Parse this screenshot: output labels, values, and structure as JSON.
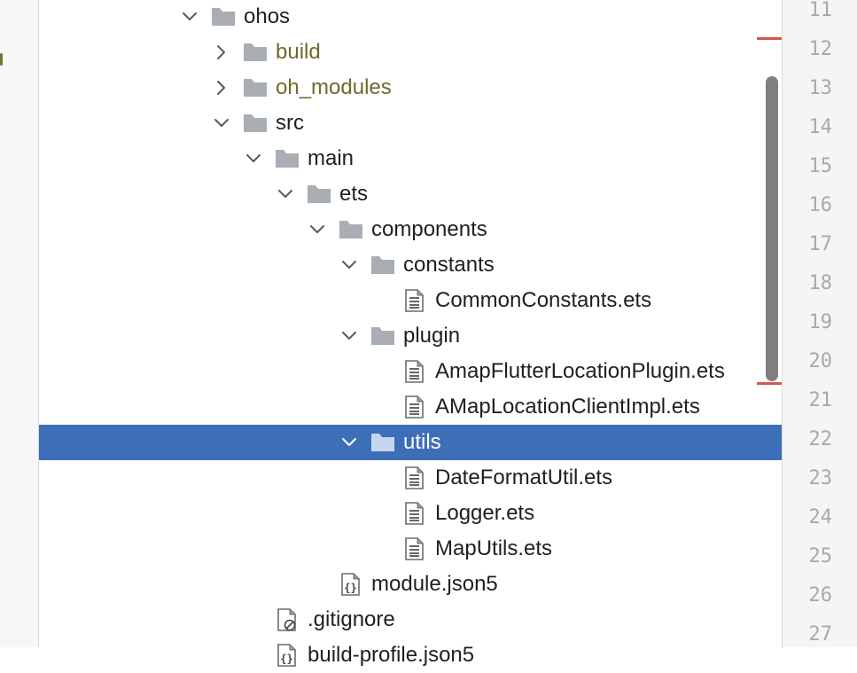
{
  "tree": {
    "rows": [
      {
        "label": "ohos",
        "kind": "folder",
        "expanded": true
      },
      {
        "label": "build",
        "kind": "folder",
        "expanded": false,
        "excluded": true
      },
      {
        "label": "oh_modules",
        "kind": "folder",
        "expanded": false,
        "excluded": true
      },
      {
        "label": "src",
        "kind": "folder",
        "expanded": true
      },
      {
        "label": "main",
        "kind": "folder",
        "expanded": true
      },
      {
        "label": "ets",
        "kind": "folder",
        "expanded": true
      },
      {
        "label": "components",
        "kind": "folder",
        "expanded": true
      },
      {
        "label": "constants",
        "kind": "folder",
        "expanded": true
      },
      {
        "label": "CommonConstants.ets",
        "kind": "file"
      },
      {
        "label": "plugin",
        "kind": "folder",
        "expanded": true
      },
      {
        "label": "AmapFlutterLocationPlugin.ets",
        "kind": "file"
      },
      {
        "label": "AMapLocationClientImpl.ets",
        "kind": "file"
      },
      {
        "label": "utils",
        "kind": "folder",
        "expanded": true,
        "selected": true
      },
      {
        "label": "DateFormatUtil.ets",
        "kind": "file"
      },
      {
        "label": "Logger.ets",
        "kind": "file"
      },
      {
        "label": "MapUtils.ets",
        "kind": "file"
      },
      {
        "label": "module.json5",
        "kind": "json"
      },
      {
        "label": ".gitignore",
        "kind": "ignore"
      },
      {
        "label": "build-profile.json5",
        "kind": "json"
      }
    ]
  },
  "gutter": {
    "line_numbers": [
      "11",
      "12",
      "13",
      "14",
      "15",
      "16",
      "17",
      "18",
      "19",
      "20",
      "21",
      "22",
      "23",
      "24",
      "25",
      "26",
      "27"
    ]
  },
  "colors": {
    "selection": "#3d6fb8",
    "excluded_text": "#6e6a2b",
    "folder_icon": "#a9aeb4",
    "scroll_thumb": "#7f7f7f",
    "error_mark": "#d4574a"
  },
  "icons": {
    "folder": "folder-icon",
    "file": "text-file-icon",
    "json": "json-file-icon",
    "ignore": "ignore-file-icon",
    "expanded": "chevron-down-icon",
    "collapsed": "chevron-right-icon"
  }
}
